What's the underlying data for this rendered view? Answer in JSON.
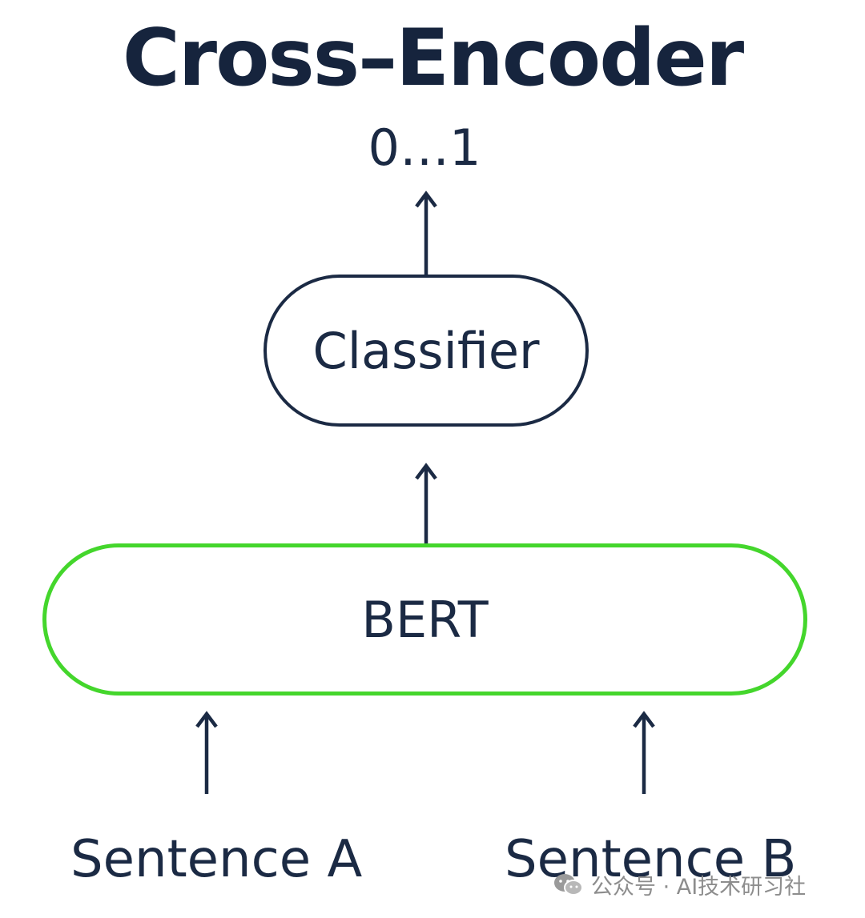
{
  "title": "Cross–Encoder",
  "output_label": "0…1",
  "nodes": {
    "classifier": "Classifier",
    "bert": "BERT"
  },
  "inputs": {
    "sentence_a": "Sentence A",
    "sentence_b": "Sentence B"
  },
  "watermark": {
    "icon": "wechat-icon",
    "text": "公众号 · AI技术研习社"
  },
  "colors": {
    "text": "#1b2a44",
    "bert_border": "#44d62c",
    "watermark": "#8d8d8d"
  }
}
